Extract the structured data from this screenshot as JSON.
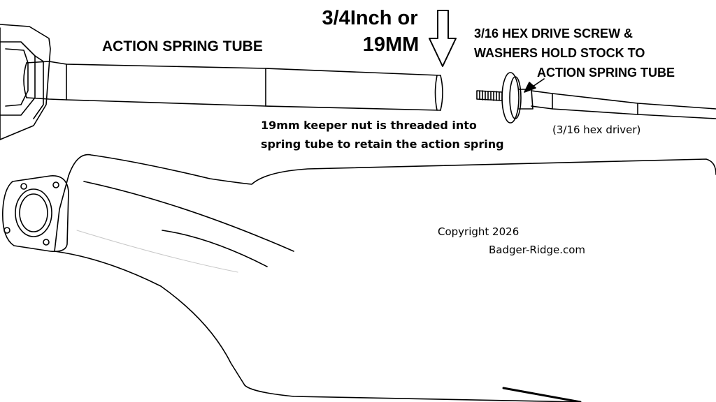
{
  "labels": {
    "action_spring_tube": "ACTION SPRING TUBE",
    "size_line1": "3/4Inch or",
    "size_line2": "19MM",
    "screw_line1": "3/16 HEX DRIVE SCREW &",
    "screw_line2": "WASHERS HOLD STOCK TO",
    "screw_line3": "ACTION SPRING TUBE",
    "keeper_line1": "19mm keeper nut is threaded into",
    "keeper_line2": "spring tube to retain the action spring",
    "hex_driver": "(3/16 hex driver)",
    "copyright": "Copyright 2026",
    "website": "Badger-Ridge.com"
  },
  "colors": {
    "ink": "#000000",
    "background": "#ffffff",
    "guide": "#c8c8c8"
  }
}
